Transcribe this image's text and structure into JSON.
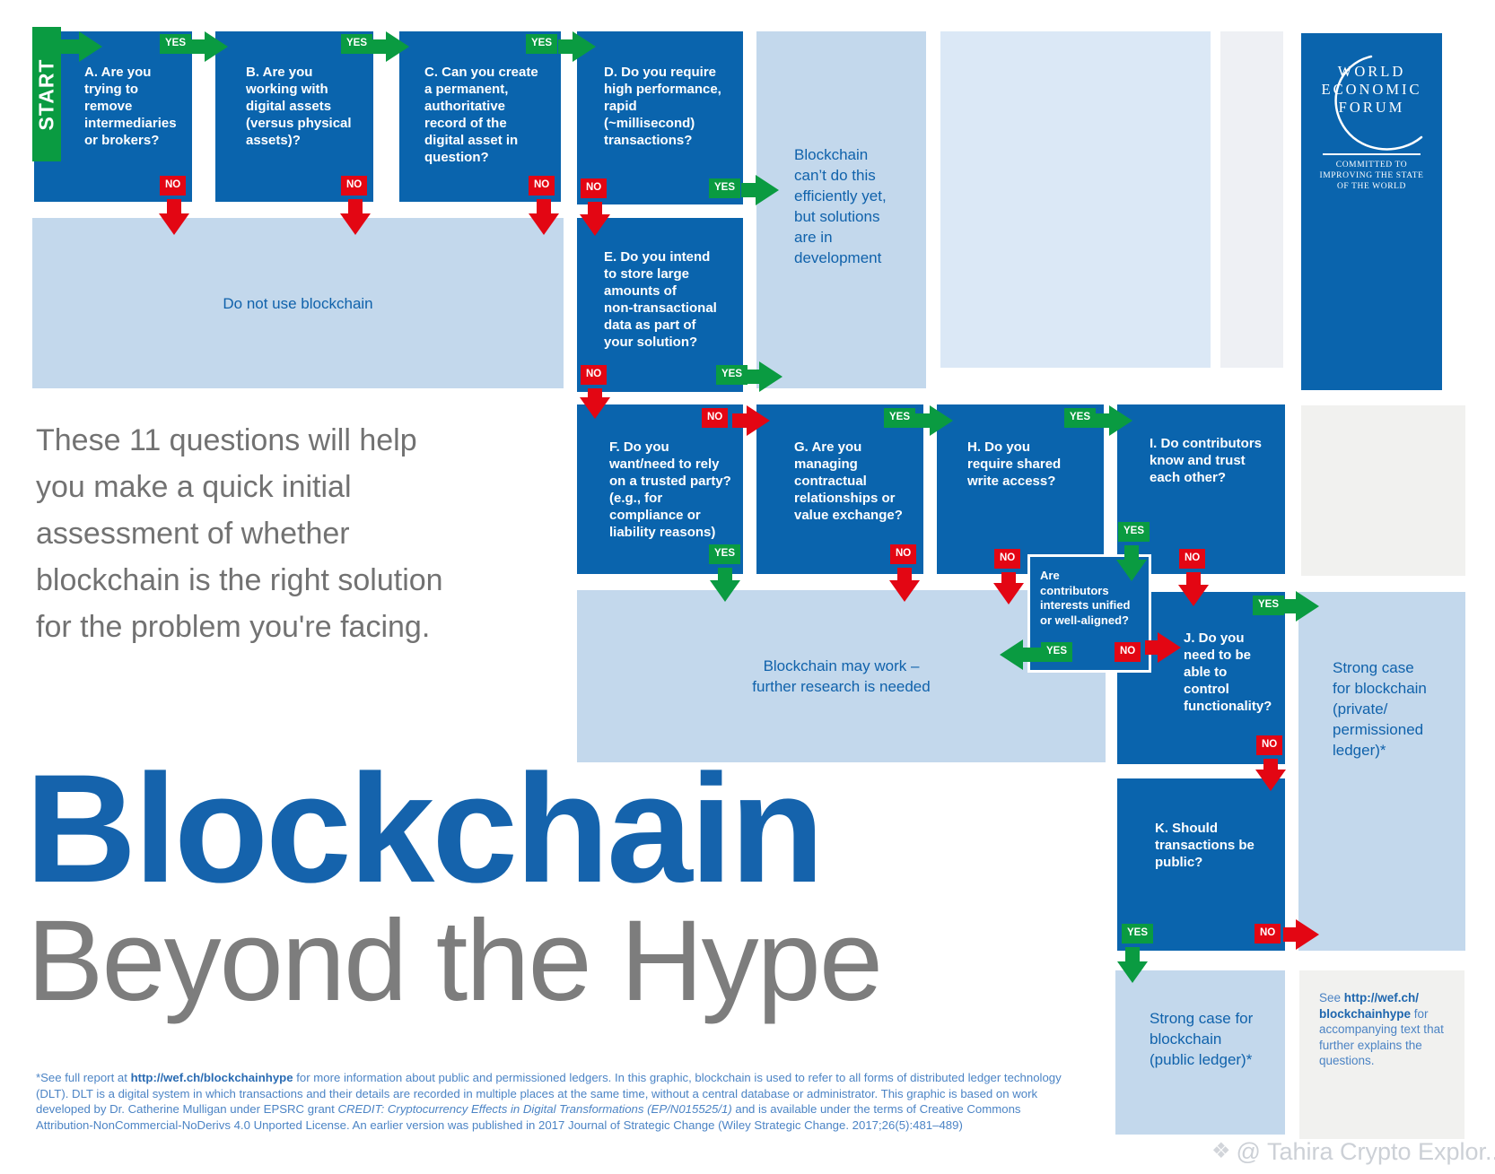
{
  "labels": {
    "yes": "YES",
    "no": "NO"
  },
  "start": {
    "label": "START"
  },
  "questions": {
    "a": [
      "A. Are you",
      "trying to",
      "remove",
      "intermediaries",
      "or brokers?"
    ],
    "b": [
      "B. Are you",
      "working with",
      "digital assets",
      "(versus physical",
      "assets)?"
    ],
    "c": [
      "C. Can you create",
      "a permanent,",
      "authoritative",
      "record of the",
      "digital  asset in",
      "question?"
    ],
    "d": [
      "D. Do you require",
      "high performance,",
      "rapid",
      "(~millisecond)",
      "transactions?"
    ],
    "e": [
      "E. Do you intend",
      "to store large",
      "amounts of",
      "non-transactional",
      "data as part of",
      "your solution?"
    ],
    "f": [
      "F. Do you",
      "want/need to rely",
      "on a trusted party?",
      "(e.g., for",
      "compliance or",
      "liability reasons)"
    ],
    "g": [
      "G. Are you",
      "managing",
      "contractual",
      "relationships or",
      "value exchange?"
    ],
    "h": [
      "H. Do you",
      "require shared",
      "write access?"
    ],
    "i": [
      "I. Do contributors",
      "know and trust",
      "each other?"
    ],
    "j": [
      "J. Do you",
      "need to be",
      "able to",
      "control",
      "functionality?"
    ],
    "k": [
      "K. Should",
      "transactions be",
      "public?"
    ],
    "contributors": [
      "Are",
      "contributors",
      "interests unified",
      "or well-aligned?"
    ]
  },
  "results": {
    "do_not_use": "Do not use blockchain",
    "cant_do": [
      "Blockchain",
      "can’t do this",
      "efficiently yet,",
      "but solutions",
      "are in",
      "development"
    ],
    "may_work": [
      "Blockchain may work –",
      "further research is needed"
    ],
    "private_ledger": [
      "Strong case",
      "for blockchain",
      "(private/",
      "permissioned",
      "ledger)*"
    ],
    "public_ledger": [
      "Strong case for",
      "blockchain",
      "(public ledger)*"
    ]
  },
  "intro": [
    "These 11 questions will help",
    "you make a quick initial",
    "assessment of whether",
    "blockchain is the right solution",
    "for the problem you're facing."
  ],
  "title": {
    "main": "Blockchain",
    "sub": "Beyond the Hype"
  },
  "wef": {
    "name": [
      "WORLD",
      "ECONOMIC",
      "FORUM"
    ],
    "tagline": [
      "COMMITTED TO",
      "IMPROVING THE STATE",
      "OF THE WORLD"
    ]
  },
  "note": {
    "l1a": "See ",
    "l1b": "http://wef.ch/",
    "l2a": "blockchainhype",
    "l2b": " for",
    "l3": "accompanying text that",
    "l4": "further explains the",
    "l5": "questions."
  },
  "footnote": {
    "l1a": "*See full report at ",
    "l1b": "http://wef.ch/blockchainhype",
    "l1c": " for more information about public and permissioned ledgers. In this graphic, blockchain is used to refer to all forms of distributed ledger technology",
    "l2": "(DLT). DLT is a digital system in which transactions and their details are recorded in multiple places at the same time, without a central database or administrator. This graphic is based on work",
    "l3a": "developed by Dr. Catherine Mulligan under EPSRC grant ",
    "l3b": "CREDIT: Cryptocurrency Effects in Digital Transformations (EP/N015525/1)",
    "l3c": " and is available under the terms of Creative Commons",
    "l4": "Attribution-NonCommercial-NoDerivs 4.0 Unported License. An earlier version was published in 2017 Journal of Strategic Change (Wiley Strategic Change. 2017;26(5):481–489)"
  },
  "watermark": {
    "icon_glyph": "❖",
    "text": "@ Tahira Crypto Explor..."
  },
  "colors": {
    "box_blue": "#0a64ad",
    "result_blue": "#c3d8ec",
    "panel_blue": "#dbe8f6",
    "panel_gray": "#f1f1ef",
    "green": "#0a9b41",
    "red": "#e30613",
    "text_blue": "#1062ab",
    "title_blue": "#1563ac",
    "subtitle_gray": "#7d7d7d"
  }
}
